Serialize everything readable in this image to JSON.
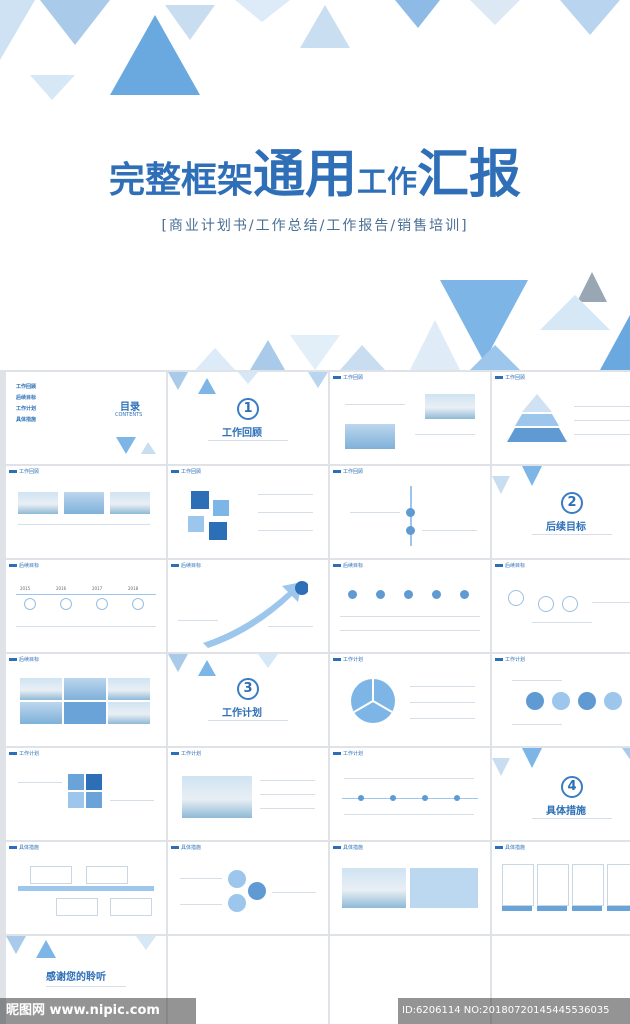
{
  "hero": {
    "title_part1": "完整框架",
    "title_part2": "通用",
    "title_part3": "工作",
    "title_part4": "汇报",
    "subtitle": "[商业计划书/工作总结/工作报告/销售培训]"
  },
  "toc": {
    "title": "目录",
    "subtitle": "CONTENTS",
    "items": [
      "工作回顾",
      "后续目标",
      "工作计划",
      "具体措施"
    ]
  },
  "sections": [
    {
      "number": "1",
      "name": "工作回顾"
    },
    {
      "number": "2",
      "name": "后续目标"
    },
    {
      "number": "3",
      "name": "工作计划"
    },
    {
      "number": "4",
      "name": "具体措施"
    }
  ],
  "slide_headers": {
    "review": "工作回顾",
    "goals": "后续目标",
    "plan": "工作计划",
    "measures": "具体措施"
  },
  "timeline_years": [
    "2015",
    "2016",
    "2017",
    "2018"
  ],
  "closing": {
    "title": "感谢您的聆听"
  },
  "watermark": {
    "left": "昵图网 www.nipic.com",
    "right": "ID:6206114 NO:20180720145445536035"
  },
  "colors": {
    "accent": "#2f6fb8",
    "light": "#9cc6ec"
  }
}
